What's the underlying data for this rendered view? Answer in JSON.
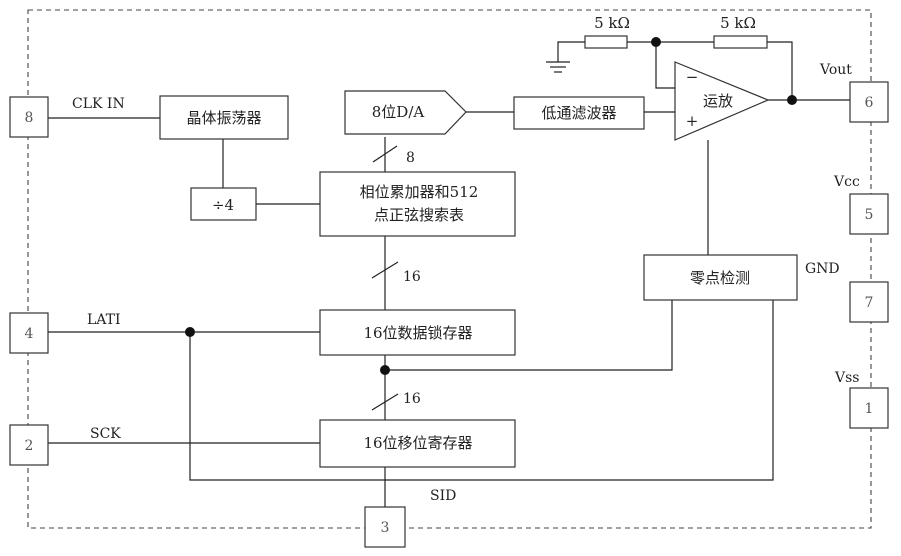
{
  "pins": {
    "clk_in": {
      "number": "8",
      "label": "CLK  IN"
    },
    "lati": {
      "number": "4",
      "label": "LATI"
    },
    "sck": {
      "number": "2",
      "label": "SCK"
    },
    "sid": {
      "number": "3",
      "label": "SID"
    },
    "vout": {
      "number": "6",
      "label": "Vout"
    },
    "vcc": {
      "number": "5",
      "label": "Vcc"
    },
    "gnd": {
      "number": "7",
      "label": "GND"
    },
    "vss": {
      "number": "1",
      "label": "Vss"
    }
  },
  "blocks": {
    "crystal_oscillator": "晶体振荡器",
    "divider": "÷4",
    "dac": "8位D/A",
    "lowpass_filter": "低通滤波器",
    "phase_accumulator": [
      "相位累加器和512",
      "点正弦搜索表"
    ],
    "zero_detect": "零点检测",
    "data_latch": "16位数据锁存器",
    "shift_register": "16位移位寄存器"
  },
  "opamp": {
    "label": "运放",
    "minus_sign": "−",
    "plus_sign": "+"
  },
  "resistors": {
    "r1": "5 kΩ",
    "r2": "5 kΩ"
  },
  "bus_widths": {
    "dac_bus": "8",
    "accumulator_bus": "16",
    "shift_bus": "16"
  }
}
